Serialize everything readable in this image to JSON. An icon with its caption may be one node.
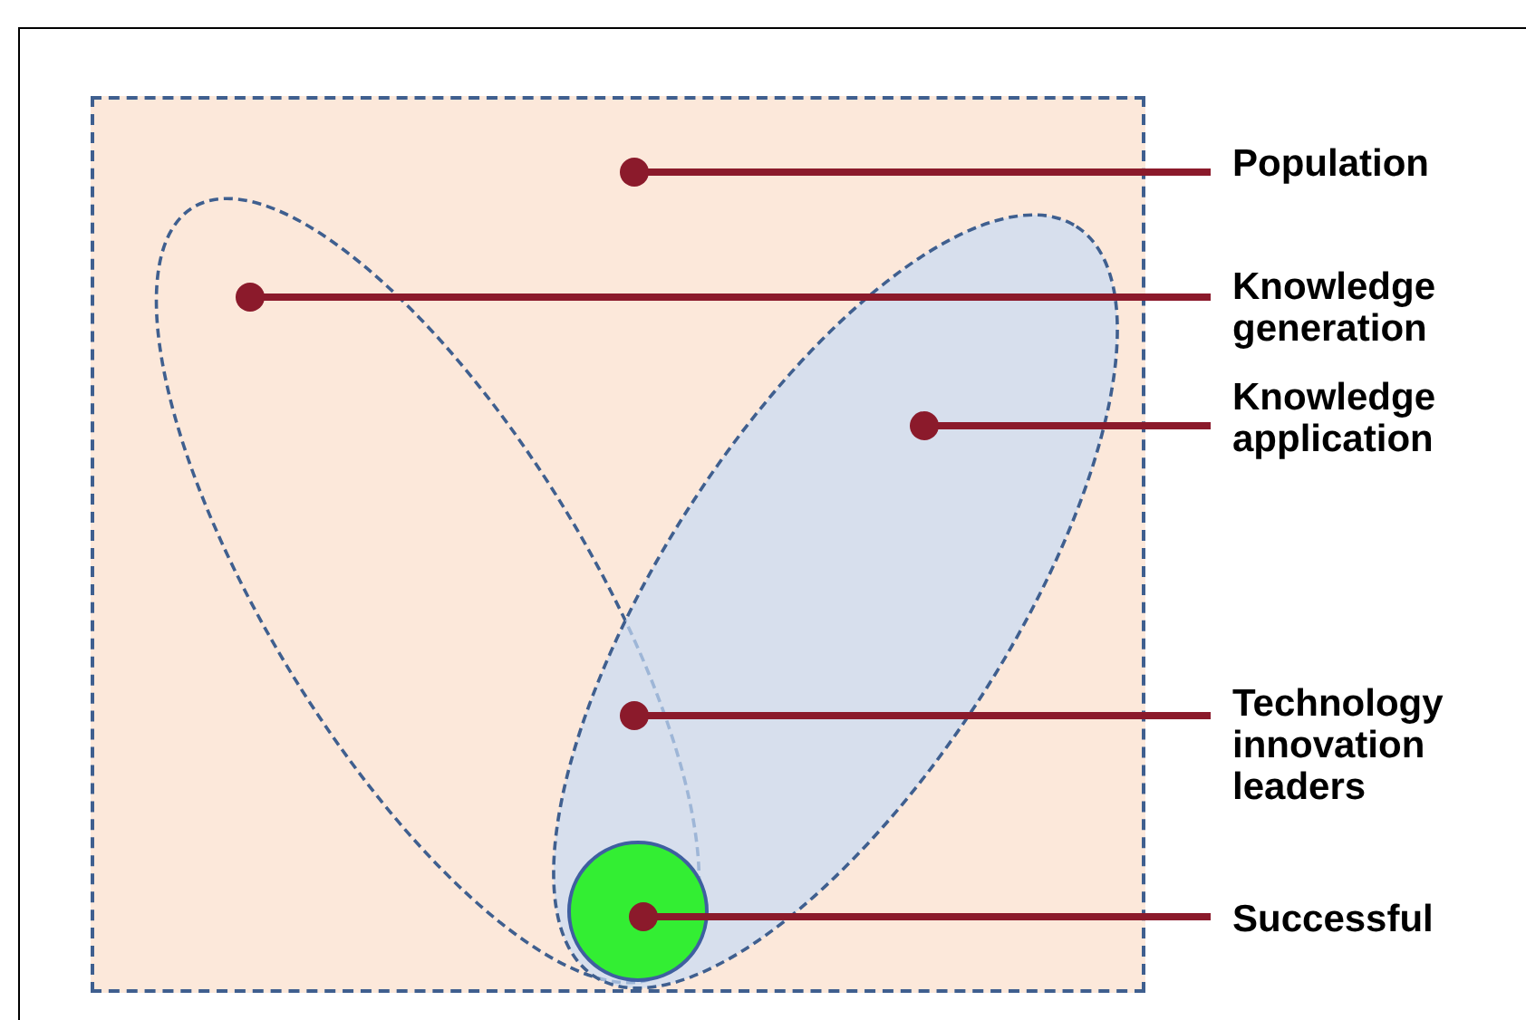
{
  "diagram": {
    "nodes": [
      {
        "text": [
          "Population"
        ]
      },
      {
        "text": [
          "Knowledge generation"
        ]
      },
      {
        "text": [
          "Knowledge application"
        ]
      },
      {
        "text": [
          "Technology innovation leaders"
        ]
      },
      {
        "text": [
          "Successful"
        ]
      },
      {
        "text": [],
        "shape": "box"
      },
      {
        "text": [],
        "shape": "ellipse",
        "in": 5
      },
      {
        "text": [],
        "shape": "ellipse",
        "in": 5
      },
      {
        "text": [],
        "shape": "circle"
      }
    ],
    "edges": [
      {
        "from": 0,
        "to": 5,
        "arrow": "other"
      },
      {
        "from": 1,
        "to": 6,
        "arrow": "other"
      },
      {
        "from": 2,
        "to": 7,
        "arrow": "other"
      },
      {
        "from": 3,
        "to": 6,
        "arrow": "other"
      },
      {
        "from": 4,
        "to": 8,
        "arrow": "other"
      }
    ]
  }
}
